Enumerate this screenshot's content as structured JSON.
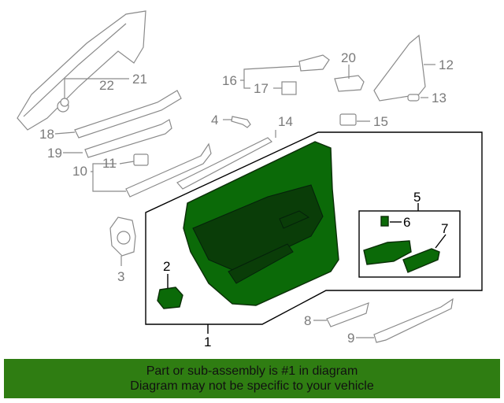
{
  "callouts": {
    "c1": "1",
    "c2": "2",
    "c3": "3",
    "c4": "4",
    "c5": "5",
    "c6": "6",
    "c7": "7",
    "c8": "8",
    "c9": "9",
    "c10": "10",
    "c11": "11",
    "c12": "12",
    "c13": "13",
    "c14": "14",
    "c15": "15",
    "c16": "16",
    "c17": "17",
    "c18": "18",
    "c19": "19",
    "c20": "20",
    "c21": "21",
    "c22": "22"
  },
  "highlight_color": "#0b6a08",
  "banner": {
    "line1": "Part or sub-assembly is #1 in diagram",
    "line2": "Diagram may not be specific to your vehicle",
    "color": "#2f7d12"
  }
}
